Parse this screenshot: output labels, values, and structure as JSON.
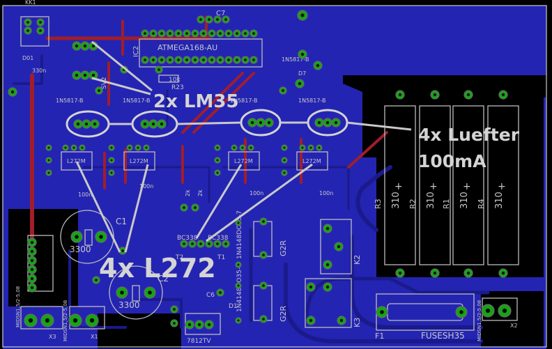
{
  "labels": {
    "ic_atmega": "ATMEGA168-AU",
    "ic_ic2": "IC2",
    "d_1n5817": "1N5817-B",
    "d7": "D7",
    "sv": "SV2",
    "r_10k": "10k",
    "r23": "R23",
    "c7": "C7",
    "c_330n": "330n",
    "kk1": "KK1",
    "d01": "D01",
    "l272m": "L272M",
    "c_100n": "100n",
    "r_2k": "2k",
    "r_310": "310",
    "r1": "R1",
    "r2": "R2",
    "r3": "R3",
    "r4": "R4",
    "c1": "C1",
    "c_3300": "3300",
    "c2": "C2",
    "bc338": "BC338",
    "t1": "T1",
    "t2": "T2",
    "d_1n4148": "1N4148DO35-7",
    "g2r": "G2R",
    "k2": "K2",
    "k3": "K3",
    "f1": "F1",
    "fuse": "FUSESH35",
    "mdsn": "MIDSN1,5/2-5,08",
    "x1": "X1",
    "x2": "X2",
    "x3": "X3",
    "ic_7812": "7812TV",
    "c6": "C6",
    "d1": "D1",
    "r_prefix": "R",
    "c_prefix": "C"
  },
  "annotations": {
    "lm35": "2x LM35",
    "luefter_line1": "4x Luefter",
    "luefter_line2": "100mA",
    "l272": "4x L272"
  },
  "colors": {
    "board": "#2424b2",
    "void": "#000000",
    "pad": "#17a317",
    "trace_red": "#a01e2a",
    "silkscreen": "#c8c8c8"
  }
}
